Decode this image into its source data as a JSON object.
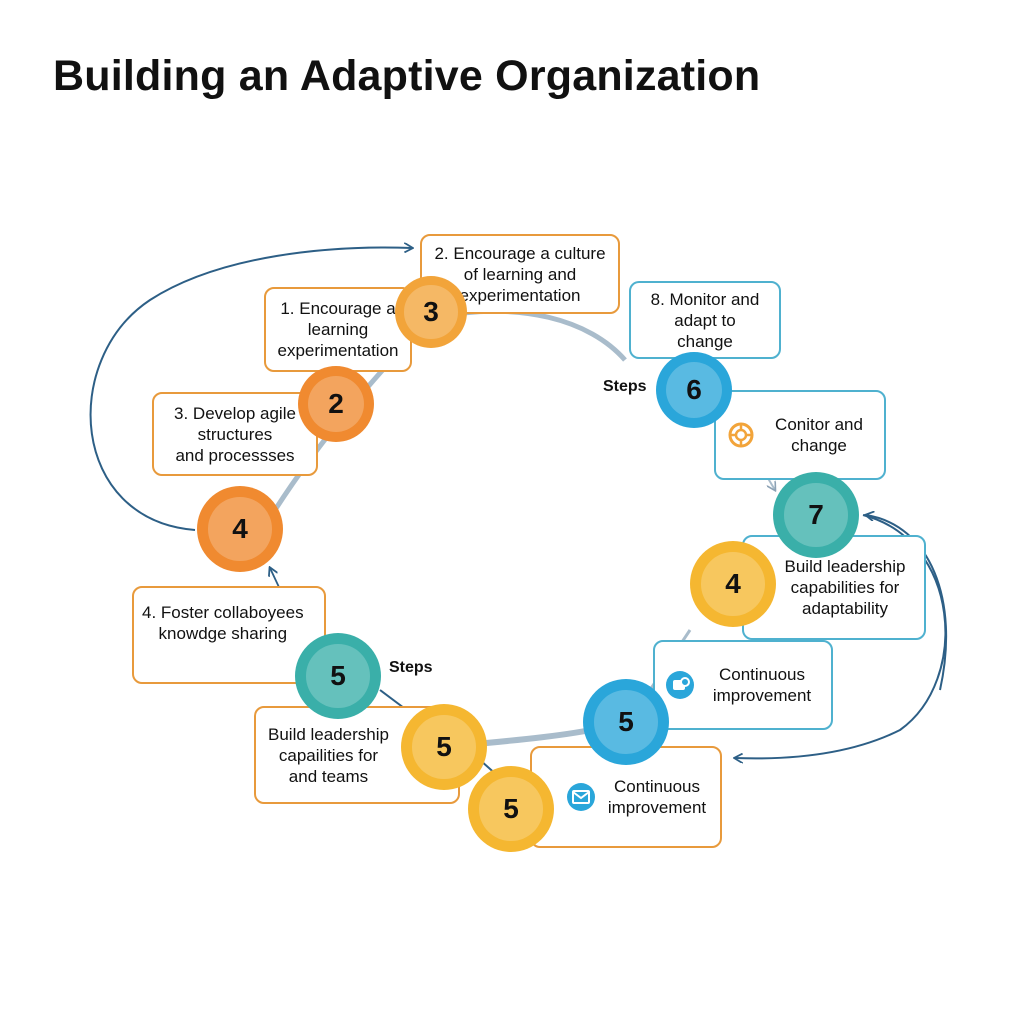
{
  "title": "Building an Adaptive Organization",
  "colors": {
    "orange": "#f08a30",
    "amber": "#f2a43a",
    "yellow": "#f5b731",
    "blue": "#2aa6da",
    "teal": "#3aafa9",
    "card_orange_border": "#e89a3c",
    "card_blue_border": "#4fb1cf",
    "arrow": "#2d5f86"
  },
  "cards": [
    {
      "id": "c2",
      "text": "2. Encourage a culture\nof learning and\nexperimentation"
    },
    {
      "id": "c1",
      "text": "1. Encourage a\nlearning\nexperimentation"
    },
    {
      "id": "c3",
      "text": "3. Develop agile\nstructures\nand processses"
    },
    {
      "id": "c8",
      "text": "8. Monitor and\nadapt to\nchange"
    },
    {
      "id": "cmon",
      "text": "Conitor and\nchange",
      "icon": "gear-icon"
    },
    {
      "id": "cbuild",
      "text": "Build leadership\ncapabilities for\nadaptability"
    },
    {
      "id": "ccont1",
      "text": "Continuous\nimprovement",
      "icon": "chat-icon"
    },
    {
      "id": "cfoster",
      "text": "4. Foster collaboyees\nknowdge sharing"
    },
    {
      "id": "cbuild2",
      "text": "Build leadership\ncapailities for\nand teams"
    },
    {
      "id": "ccont2",
      "text": "Continuous\nimprovement",
      "icon": "mail-icon"
    }
  ],
  "circles": [
    {
      "label": "3",
      "color": "amber"
    },
    {
      "label": "2",
      "color": "orange"
    },
    {
      "label": "4",
      "color": "orange"
    },
    {
      "label": "6",
      "color": "blue"
    },
    {
      "label": "7",
      "color": "teal"
    },
    {
      "label": "4",
      "color": "yellow"
    },
    {
      "label": "5",
      "color": "blue"
    },
    {
      "label": "5",
      "color": "teal"
    },
    {
      "label": "5",
      "color": "yellow"
    },
    {
      "label": "5",
      "color": "yellow"
    }
  ],
  "step_labels": [
    "Steps",
    "Steps"
  ]
}
